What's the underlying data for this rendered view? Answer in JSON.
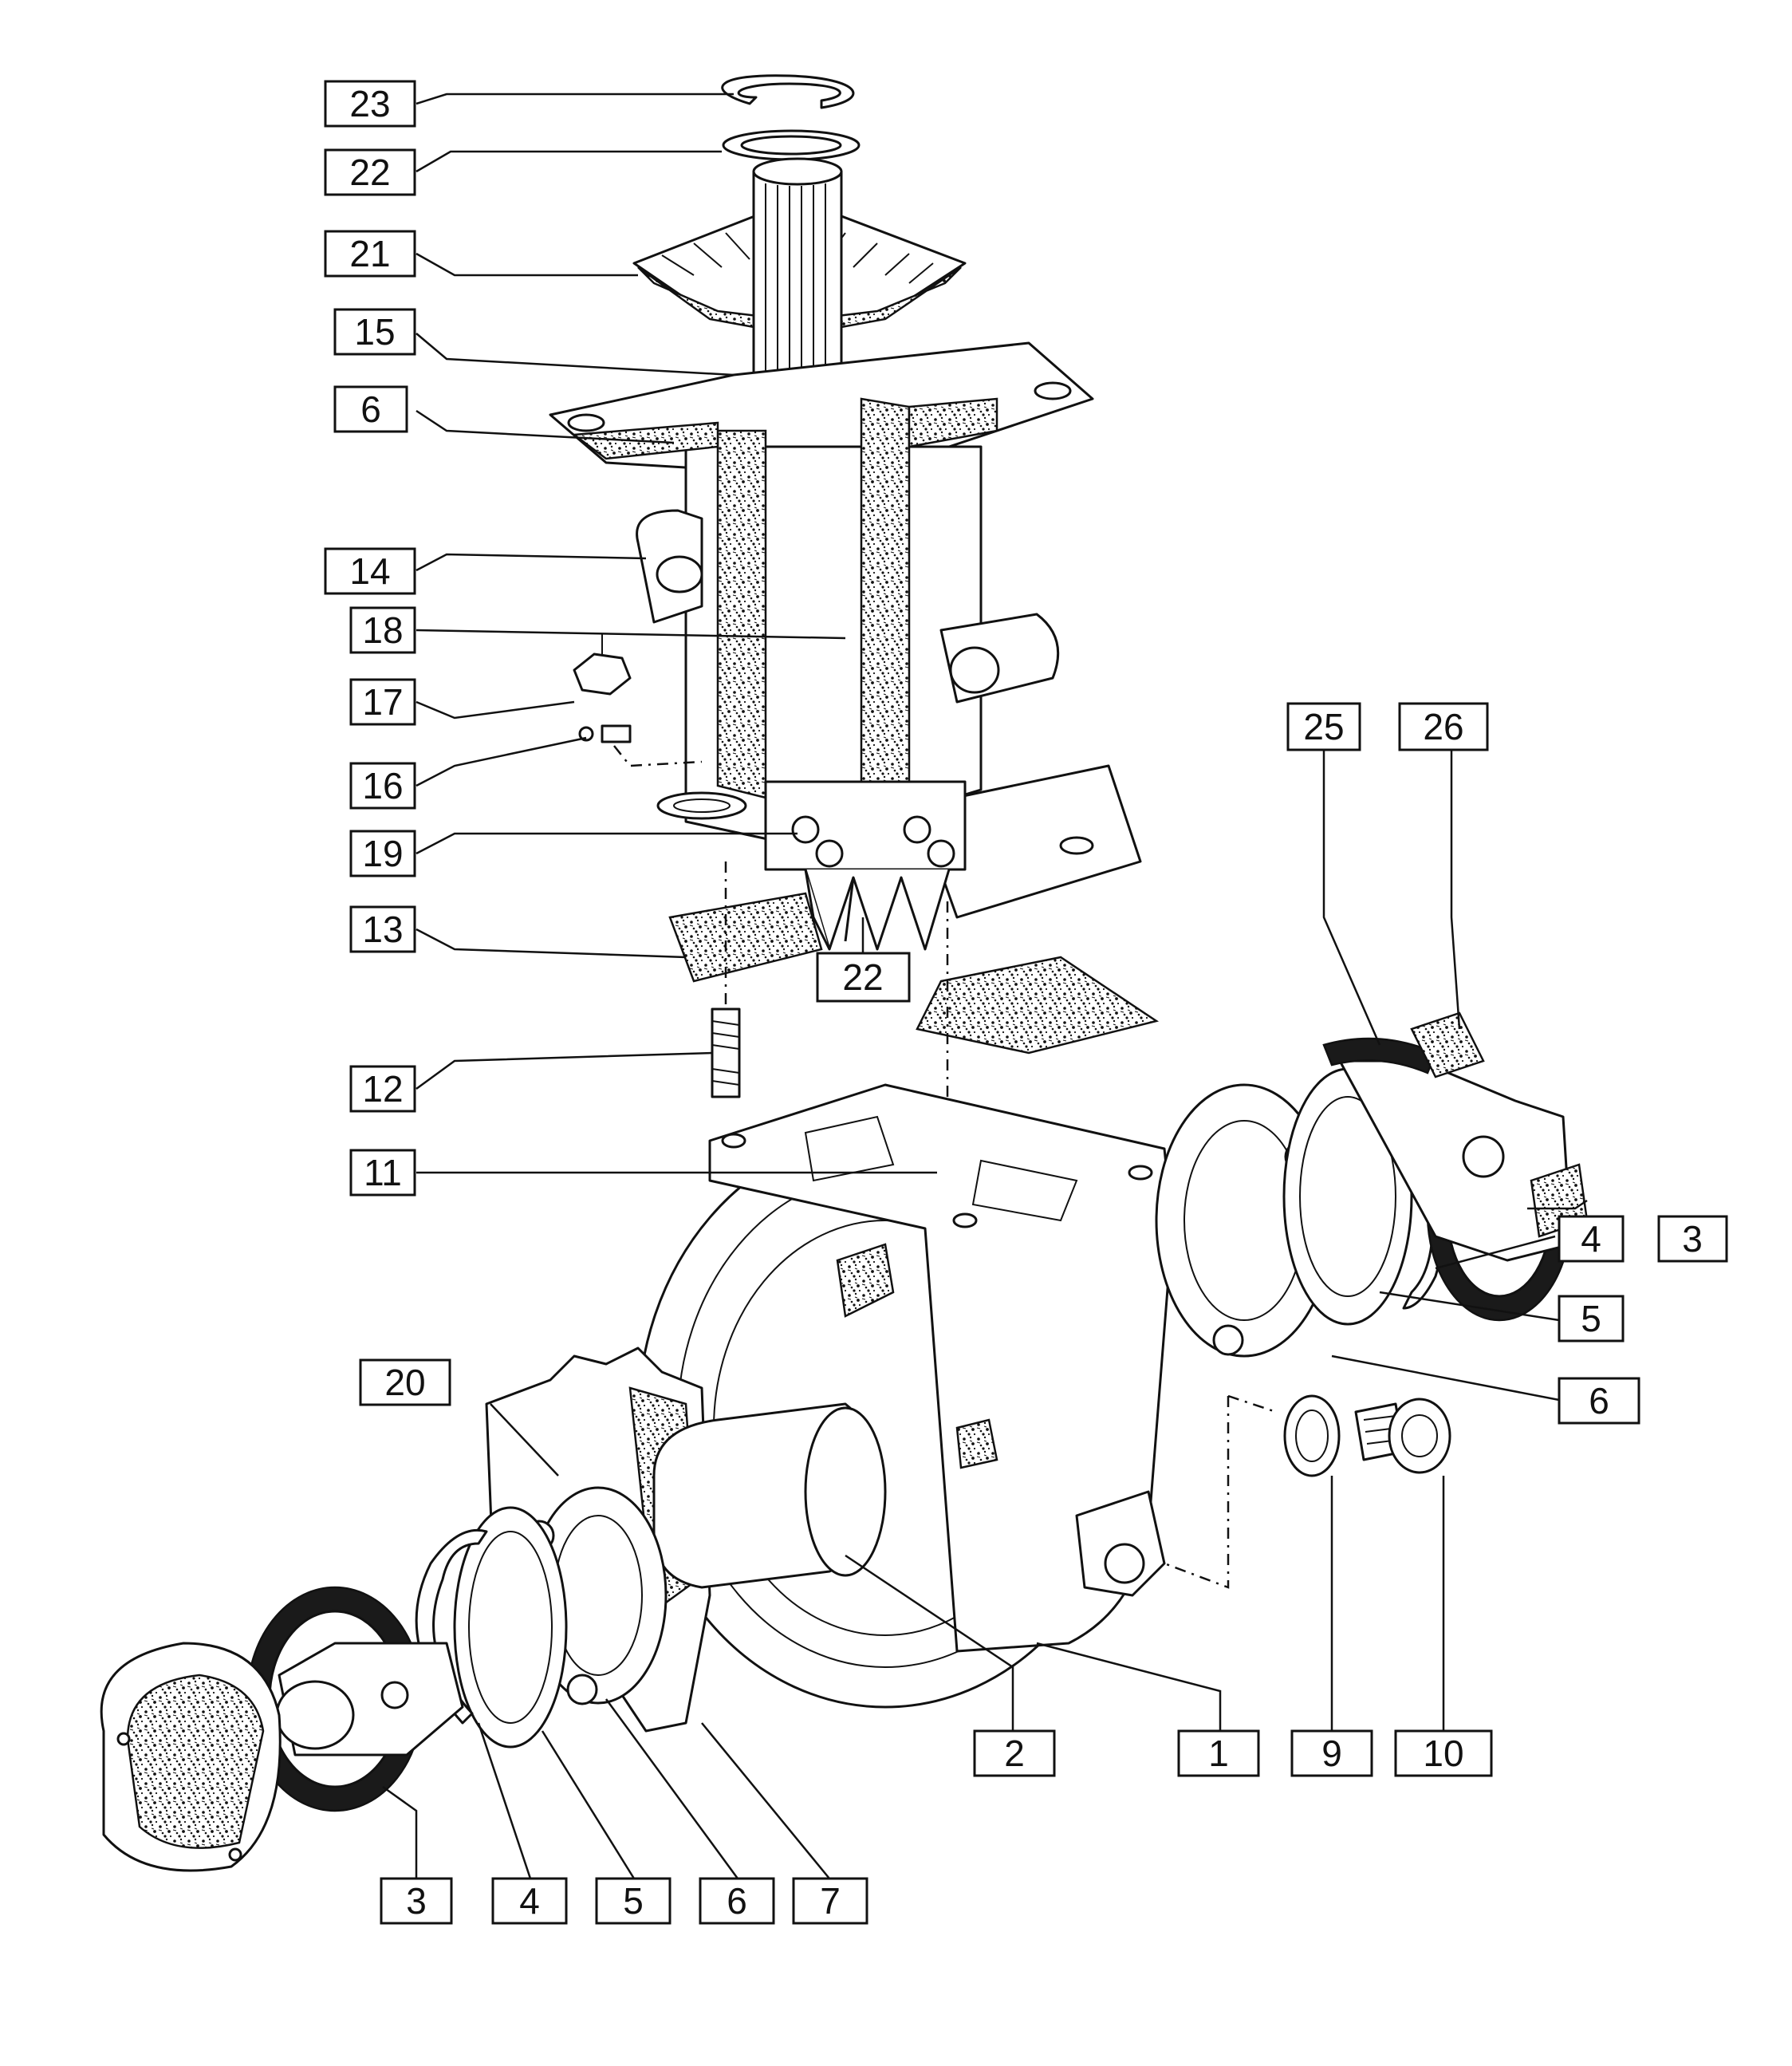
{
  "callouts": [
    {
      "id": "23",
      "label": "23"
    },
    {
      "id": "22a",
      "label": "22"
    },
    {
      "id": "21",
      "label": "21"
    },
    {
      "id": "15",
      "label": "15"
    },
    {
      "id": "6a",
      "label": "6"
    },
    {
      "id": "14",
      "label": "14"
    },
    {
      "id": "18",
      "label": "18"
    },
    {
      "id": "17",
      "label": "17"
    },
    {
      "id": "16",
      "label": "16"
    },
    {
      "id": "19",
      "label": "19"
    },
    {
      "id": "13",
      "label": "13"
    },
    {
      "id": "22b",
      "label": "22"
    },
    {
      "id": "12",
      "label": "12"
    },
    {
      "id": "11",
      "label": "11"
    },
    {
      "id": "25",
      "label": "25"
    },
    {
      "id": "26",
      "label": "26"
    },
    {
      "id": "4a",
      "label": "4"
    },
    {
      "id": "3a",
      "label": "3"
    },
    {
      "id": "5a",
      "label": "5"
    },
    {
      "id": "6b",
      "label": "6"
    },
    {
      "id": "20",
      "label": "20"
    },
    {
      "id": "2",
      "label": "2"
    },
    {
      "id": "1",
      "label": "1"
    },
    {
      "id": "9",
      "label": "9"
    },
    {
      "id": "10",
      "label": "10"
    },
    {
      "id": "3b",
      "label": "3"
    },
    {
      "id": "4b",
      "label": "4"
    },
    {
      "id": "5b",
      "label": "5"
    },
    {
      "id": "6c",
      "label": "6"
    },
    {
      "id": "7",
      "label": "7"
    }
  ]
}
